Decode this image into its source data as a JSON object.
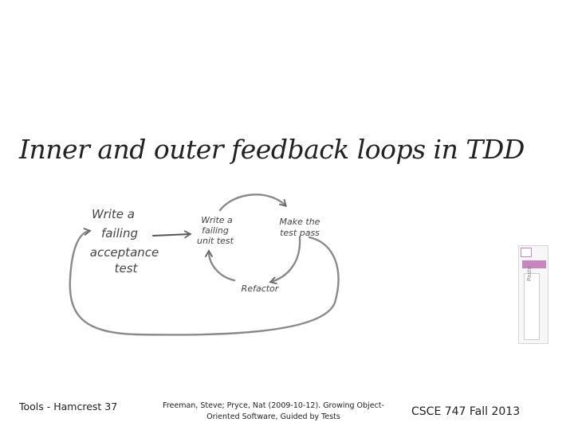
{
  "slide": {
    "title": "Inner and outer feedback loops in TDD"
  },
  "diagram": {
    "step_acceptance": [
      "Write a",
      "failing",
      "acceptance",
      "test"
    ],
    "step_unit": [
      "Write a",
      "failing",
      "unit test"
    ],
    "step_pass": [
      "Make the",
      "test pass"
    ],
    "step_refactor": "Refactor"
  },
  "embedded_screenshot": {
    "rotated_label": "Paste"
  },
  "footer": {
    "left": "Tools - Hamcrest  37",
    "citation_line1": "Freeman, Steve; Pryce, Nat (2009-10-12). Growing Object-",
    "citation_line2": "Oriented Software, Guided by Tests",
    "right": "CSCE 747 Fall 2013"
  }
}
